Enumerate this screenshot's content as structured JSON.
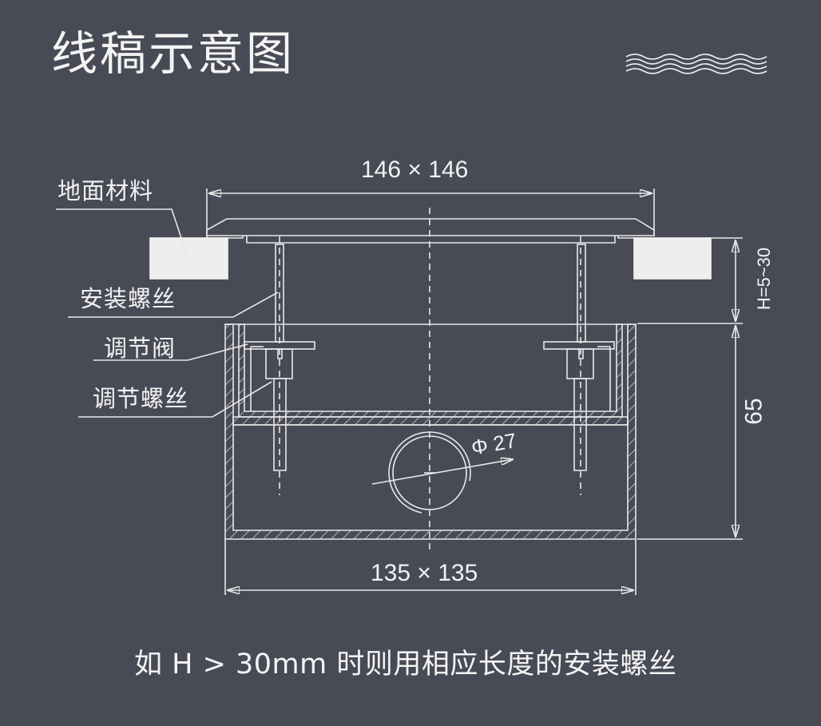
{
  "header": {
    "title": "线稿示意图",
    "decoration": "wave-lines-icon"
  },
  "labels": {
    "floor_material": "地面材料",
    "install_screw": "安装螺丝",
    "adjust_valve": "调节阀",
    "adjust_screw": "调节螺丝"
  },
  "dimensions": {
    "top_width": "146 × 146",
    "bottom_width": "135 × 135",
    "height_range": "H=5~30",
    "body_height": "65",
    "pipe_diameter": "Φ 27"
  },
  "footer": {
    "note": "如 H > 30mm 时则用相应长度的安装螺丝"
  },
  "colors": {
    "background": "#484b56",
    "line": "#e8e8e8",
    "floor_block": "#eeeeee"
  }
}
